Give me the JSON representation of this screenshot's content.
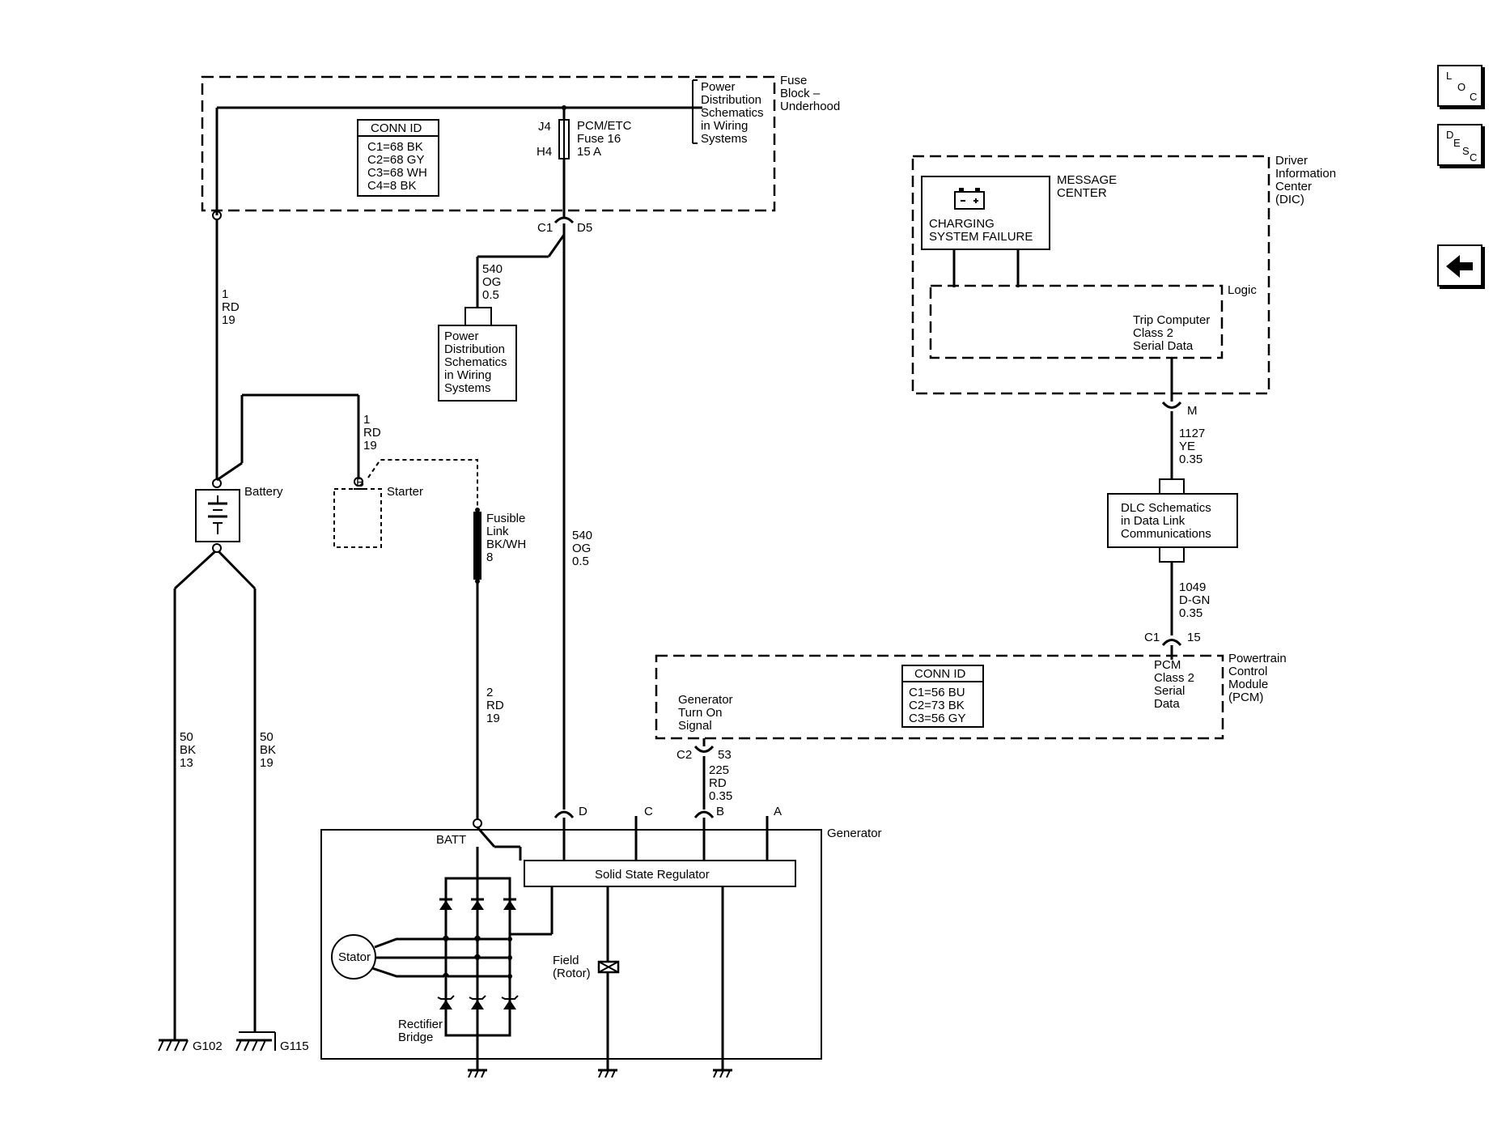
{
  "nav": {
    "loc": [
      "L",
      "O",
      "C"
    ],
    "desc": [
      "D",
      "E",
      "S",
      "C"
    ]
  },
  "fuse_block": {
    "name": [
      "Fuse",
      "Block –",
      "Underhood"
    ],
    "conn_title": "CONN ID",
    "conn_rows": [
      "C1=68 BK",
      "C2=68 GY",
      "C3=68 WH",
      "C4=8 BK"
    ],
    "fuse_label": [
      "PCM/ETC",
      "Fuse 16",
      "15 A"
    ],
    "pin_top": "J4",
    "pin_bottom": "H4",
    "power_ref": [
      "Power",
      "Distribution",
      "Schematics",
      "in Wiring",
      "Systems"
    ],
    "connector": "C1",
    "connector_pin": "D5"
  },
  "power_dist_box": [
    "Power",
    "Distribution",
    "Schematics",
    "in Wiring",
    "Systems"
  ],
  "wires": {
    "w540_upper": [
      "540",
      "OG",
      "0.5"
    ],
    "w540_main": [
      "540",
      "OG",
      "0.5"
    ],
    "w1_main": [
      "1",
      "RD",
      "19"
    ],
    "w1_starter": [
      "1",
      "RD",
      "19"
    ],
    "w2": [
      "2",
      "RD",
      "19"
    ],
    "ground1": [
      "50",
      "BK",
      "13"
    ],
    "ground2": [
      "50",
      "BK",
      "19"
    ],
    "w1127": [
      "1127",
      "YE",
      "0.35"
    ],
    "w1049": [
      "1049",
      "D-GN",
      "0.35"
    ],
    "w225": [
      "225",
      "RD",
      "0.35"
    ]
  },
  "battery_label": "Battery",
  "starter": {
    "label": "Starter",
    "pin": "B"
  },
  "fusible_link": [
    "Fusible",
    "Link",
    "BK/WH",
    "8"
  ],
  "grounds": [
    "G102",
    "G115"
  ],
  "dic": {
    "name": [
      "Driver",
      "Information",
      "Center",
      "(DIC)"
    ],
    "message_center": [
      "MESSAGE",
      "CENTER"
    ],
    "display": [
      "CHARGING",
      "SYSTEM FAILURE"
    ],
    "logic": "Logic",
    "trip": [
      "Trip Computer",
      "Class 2",
      "Serial Data"
    ],
    "pin": "M"
  },
  "dlc": [
    "DLC Schematics",
    "in Data Link",
    "Communications"
  ],
  "pcm": {
    "name": [
      "Powertrain",
      "Control",
      "Module",
      "(PCM)"
    ],
    "conn_title": "CONN ID",
    "conn_rows": [
      "C1=56 BU",
      "C2=73 BK",
      "C3=56 GY"
    ],
    "serial": [
      "PCM",
      "Class 2",
      "Serial",
      "Data"
    ],
    "gen_turn_on": [
      "Generator",
      "Turn On",
      "Signal"
    ],
    "c1": "C1",
    "c1_pin": "15",
    "c2": "C2",
    "c2_pin": "53"
  },
  "generator": {
    "name": "Generator",
    "batt": "BATT",
    "regulator": "Solid State Regulator",
    "stator": "Stator",
    "field": [
      "Field",
      "(Rotor)"
    ],
    "rectifier": [
      "Rectifier",
      "Bridge"
    ],
    "terminals": [
      "D",
      "C",
      "B",
      "A"
    ]
  }
}
